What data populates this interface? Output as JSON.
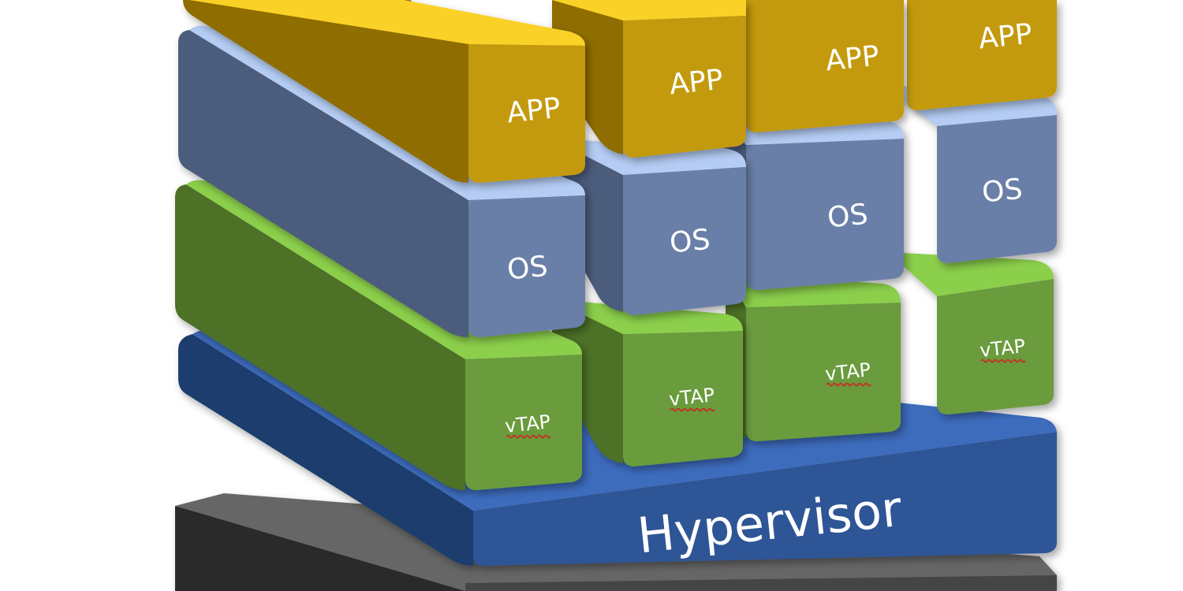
{
  "colors": {
    "app": "#c39a0d",
    "app_top": "#fad126",
    "app_side": "#8f6d00",
    "os": "#6b7fa8",
    "os_top": "#b5cdf4",
    "os_side": "#4c5b7b",
    "vtap": "#6a9b3c",
    "vtap_top": "#8bcf4b",
    "vtap_side": "#4d7128",
    "hypervisor": "#2f5596",
    "hypervisor_top": "#3d6cbd",
    "hypervisor_side": "#1f3d6d",
    "hardware": "#444444",
    "hardware_top": "#666666",
    "hardware_side": "#2a2a2a",
    "spellcheck_underline": "#d42020"
  },
  "stacks": [
    {
      "app": "APP",
      "os": "OS",
      "vtap": "vTAP"
    },
    {
      "app": "APP",
      "os": "OS",
      "vtap": "vTAP"
    },
    {
      "app": "APP",
      "os": "OS",
      "vtap": "vTAP"
    },
    {
      "app": "APP",
      "os": "OS",
      "vtap": "vTAP"
    }
  ],
  "hypervisor": {
    "label": "Hypervisor"
  }
}
